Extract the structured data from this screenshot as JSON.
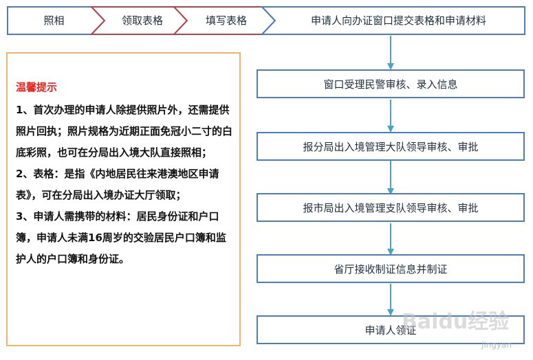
{
  "top_steps": [
    "照相",
    "领取表格",
    "填写表格",
    "申请人向办证窗口提交表格和申请材料"
  ],
  "tips": {
    "title": "温馨提示",
    "items": [
      "1、首次办理的申请人除提供照片外，还需提供照片回执；照片规格为近期正面免冠小二寸的白底彩照，也可在分局出入境大队直接照相；",
      "2、表格：是指《内地居民往来港澳地区申请表》，可在分局出入境办证大厅领取；",
      "3、申请人需携带的材料：居民身份证和户口簿，申请人未满16周岁的交验居民户口簿和监护人的户口簿和身份证。"
    ]
  },
  "flow_steps": [
    "窗口受理民警审核、录入信息",
    "报分局出入境管理大队领导审核、审批",
    "报市局出入境管理支队领导审核、审批",
    "省厅接收制证信息并制证",
    "申请人领证"
  ],
  "watermark": {
    "brand": "Baidu经验",
    "site": "jingyan"
  },
  "colors": {
    "chevron_blue": "#4a7dbe",
    "chevron_red": "#b5414a",
    "tip_border": "#f0b36a",
    "tip_title": "#e8221b",
    "arrow": "#4aa3c4"
  }
}
